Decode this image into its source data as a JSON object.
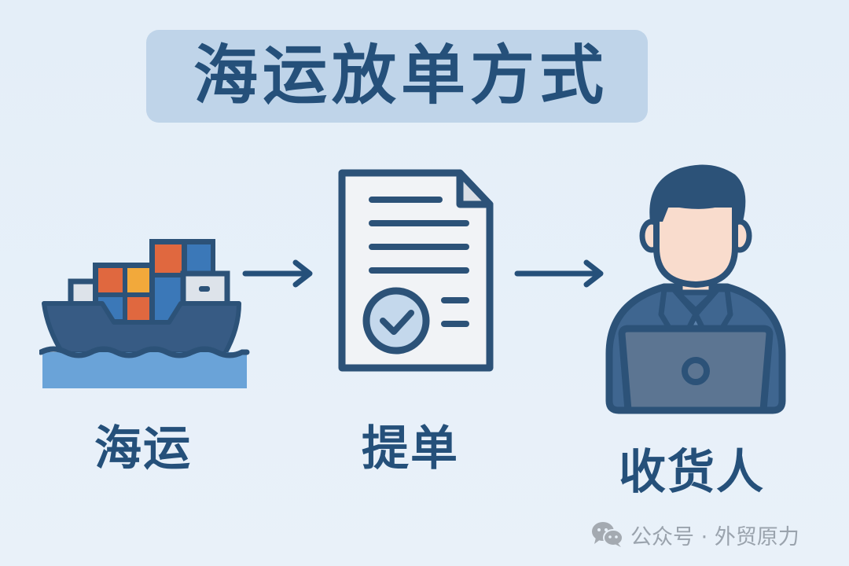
{
  "title": "海运放单方式",
  "flow": {
    "steps": [
      {
        "label": "海运",
        "icon": "cargo-ship-icon"
      },
      {
        "label": "提单",
        "icon": "bill-of-lading-document-icon"
      },
      {
        "label": "收货人",
        "icon": "consignee-person-laptop-icon"
      }
    ],
    "connectors": [
      "arrow-right-icon",
      "arrow-right-icon"
    ]
  },
  "footer": {
    "icon": "wechat-icon",
    "text": "公众号 · 外贸原力"
  },
  "colors": {
    "background": "#e6eff8",
    "title_box": "#bfd4e9",
    "primary_navy": "#25507a",
    "container_orange": "#e0683f",
    "container_yellow": "#f2a93b",
    "container_blue": "#3b78b8",
    "water": "#6aa3d8",
    "skin": "#f9dccd",
    "footer_gray": "#9aa3ad"
  }
}
